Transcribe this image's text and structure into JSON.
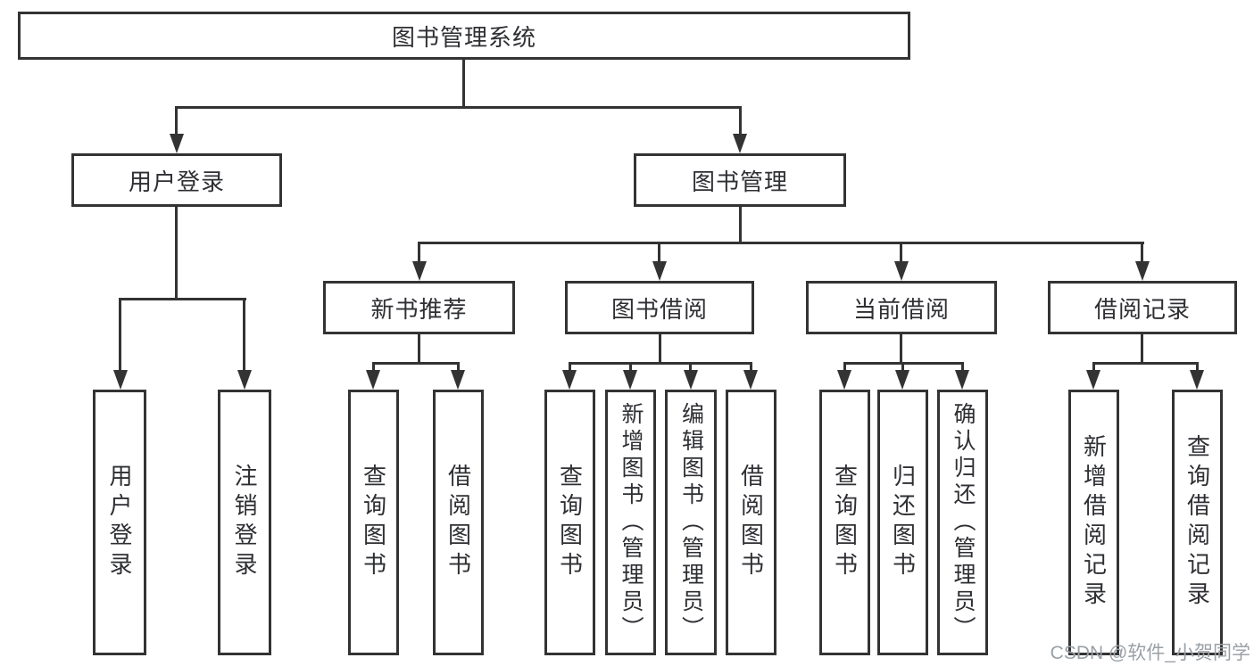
{
  "diagram": {
    "root": "图书管理系统",
    "branches": [
      {
        "label": "用户登录",
        "children": [
          "用户登录",
          "注销登录"
        ]
      },
      {
        "label": "图书管理",
        "groups": [
          {
            "label": "新书推荐",
            "children": [
              "查询图书",
              "借阅图书"
            ]
          },
          {
            "label": "图书借阅",
            "children": [
              "查询图书",
              "新增图书（管理员）",
              "编辑图书（管理员）",
              "借阅图书"
            ]
          },
          {
            "label": "当前借阅",
            "children": [
              "查询图书",
              "归还图书",
              "确认归还（管理员）"
            ]
          },
          {
            "label": "借阅记录",
            "children": [
              "新增借阅记录",
              "查询借阅记录"
            ]
          }
        ]
      }
    ]
  },
  "watermark": "CSDN @软件_小贺同学",
  "colors": {
    "line": "#333333",
    "text": "#2e2f33",
    "watermark": "#9aa0a6",
    "bg": "#ffffff"
  }
}
